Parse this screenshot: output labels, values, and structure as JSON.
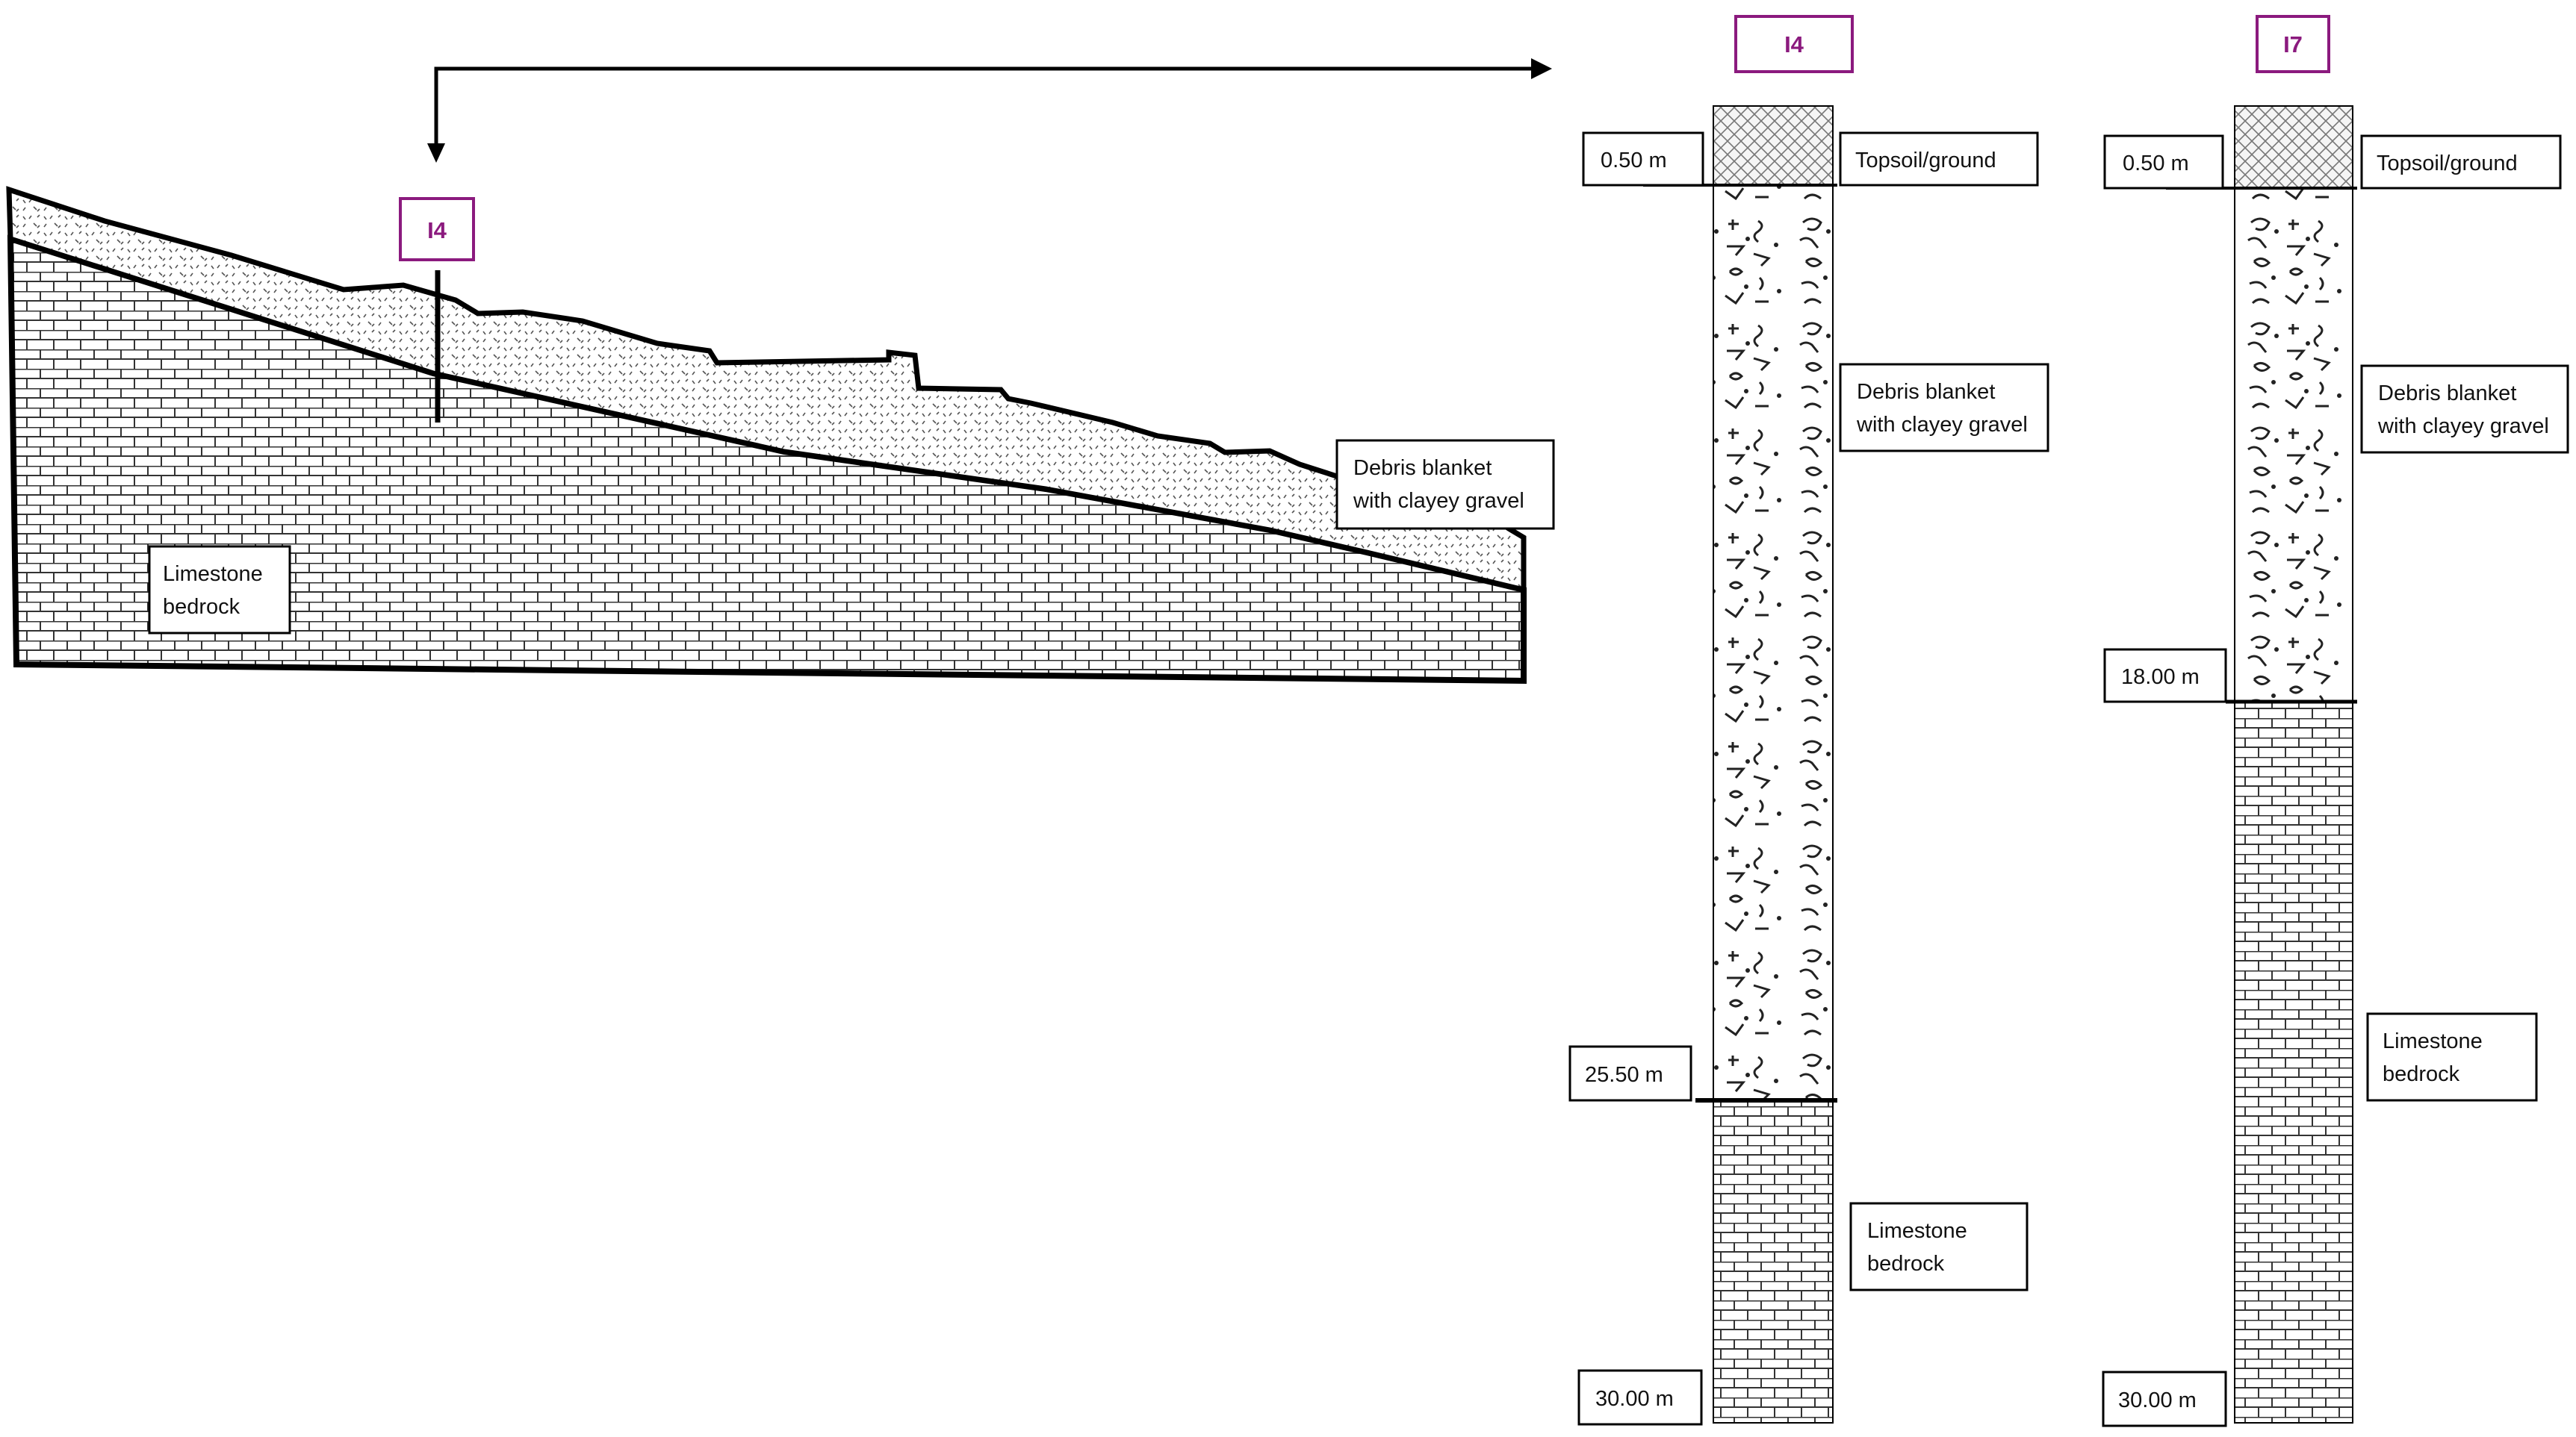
{
  "colors": {
    "line": "#000000",
    "tag": "#8b1a7e",
    "pattern": "#444444",
    "background": "#ffffff"
  },
  "section": {
    "borehole_tag": "I4",
    "debris_label": [
      "Debris blanket",
      "with clayey gravel"
    ],
    "bedrock_label": [
      "Limestone",
      "bedrock"
    ]
  },
  "logs": [
    {
      "id": "I4",
      "tag": "I4",
      "depths": {
        "topsoil": "0.50 m",
        "debris_base": "25.50 m",
        "bottom": "30.00 m"
      },
      "layers": {
        "topsoil": "Topsoil/ground",
        "debris": [
          "Debris blanket",
          "with clayey gravel"
        ],
        "bedrock": [
          "Limestone",
          "bedrock"
        ]
      }
    },
    {
      "id": "I7",
      "tag": "I7",
      "depths": {
        "topsoil": "0.50 m",
        "debris_base": "18.00 m",
        "bottom": "30.00 m"
      },
      "layers": {
        "topsoil": "Topsoil/ground",
        "debris": [
          "Debris blanket",
          "with clayey gravel"
        ],
        "bedrock": [
          "Limestone",
          "bedrock"
        ]
      }
    }
  ]
}
